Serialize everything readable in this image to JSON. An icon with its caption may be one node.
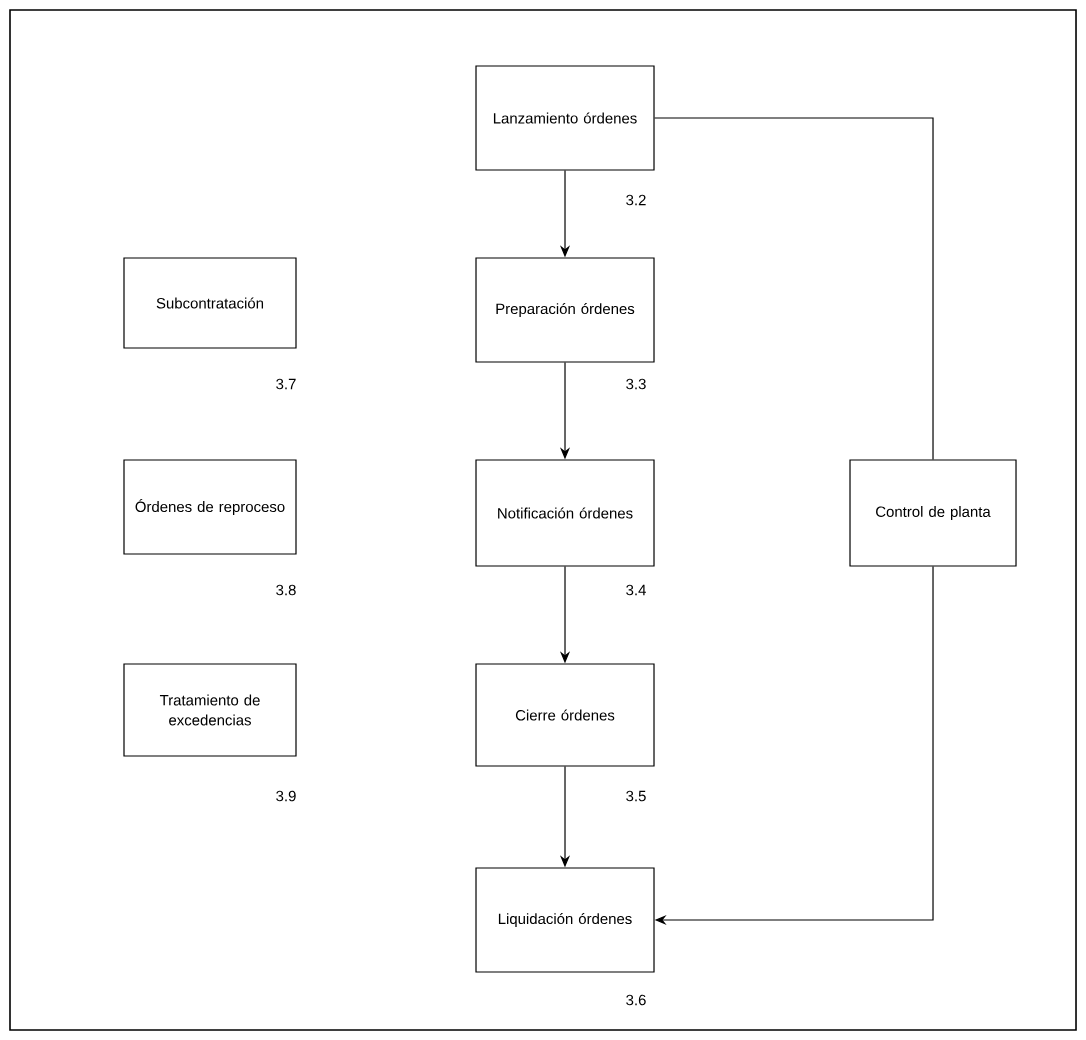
{
  "diagram": {
    "nodes": [
      {
        "text": [
          "Lanzamiento órdenes"
        ],
        "beside": [
          "3.2"
        ]
      },
      {
        "text": [
          "Preparación órdenes"
        ],
        "beside": [
          "3.3"
        ]
      },
      {
        "text": [
          "Notificación órdenes"
        ],
        "beside": [
          "3.4"
        ]
      },
      {
        "text": [
          "Cierre órdenes"
        ],
        "beside": [
          "3.5"
        ]
      },
      {
        "text": [
          "Liquidación órdenes"
        ],
        "beside": [
          "3.6"
        ]
      },
      {
        "text": [
          "Subcontratación"
        ],
        "beside": [
          "3.7"
        ]
      },
      {
        "text": [
          "Órdenes de reproceso"
        ],
        "beside": [
          "3.8"
        ]
      },
      {
        "text": [
          "Tratamiento de excedencias"
        ],
        "beside": [
          "3.9"
        ]
      },
      {
        "text": [
          "Control de planta"
        ]
      }
    ],
    "edges": [
      {
        "from": 0,
        "to": 1,
        "arrow": "to"
      },
      {
        "from": 1,
        "to": 2,
        "arrow": "to"
      },
      {
        "from": 2,
        "to": 3,
        "arrow": "to"
      },
      {
        "from": 3,
        "to": 4,
        "arrow": "to"
      },
      {
        "from": 0,
        "to": 8,
        "arrow": "none"
      },
      {
        "from": 8,
        "to": 4,
        "arrow": "to"
      }
    ]
  }
}
